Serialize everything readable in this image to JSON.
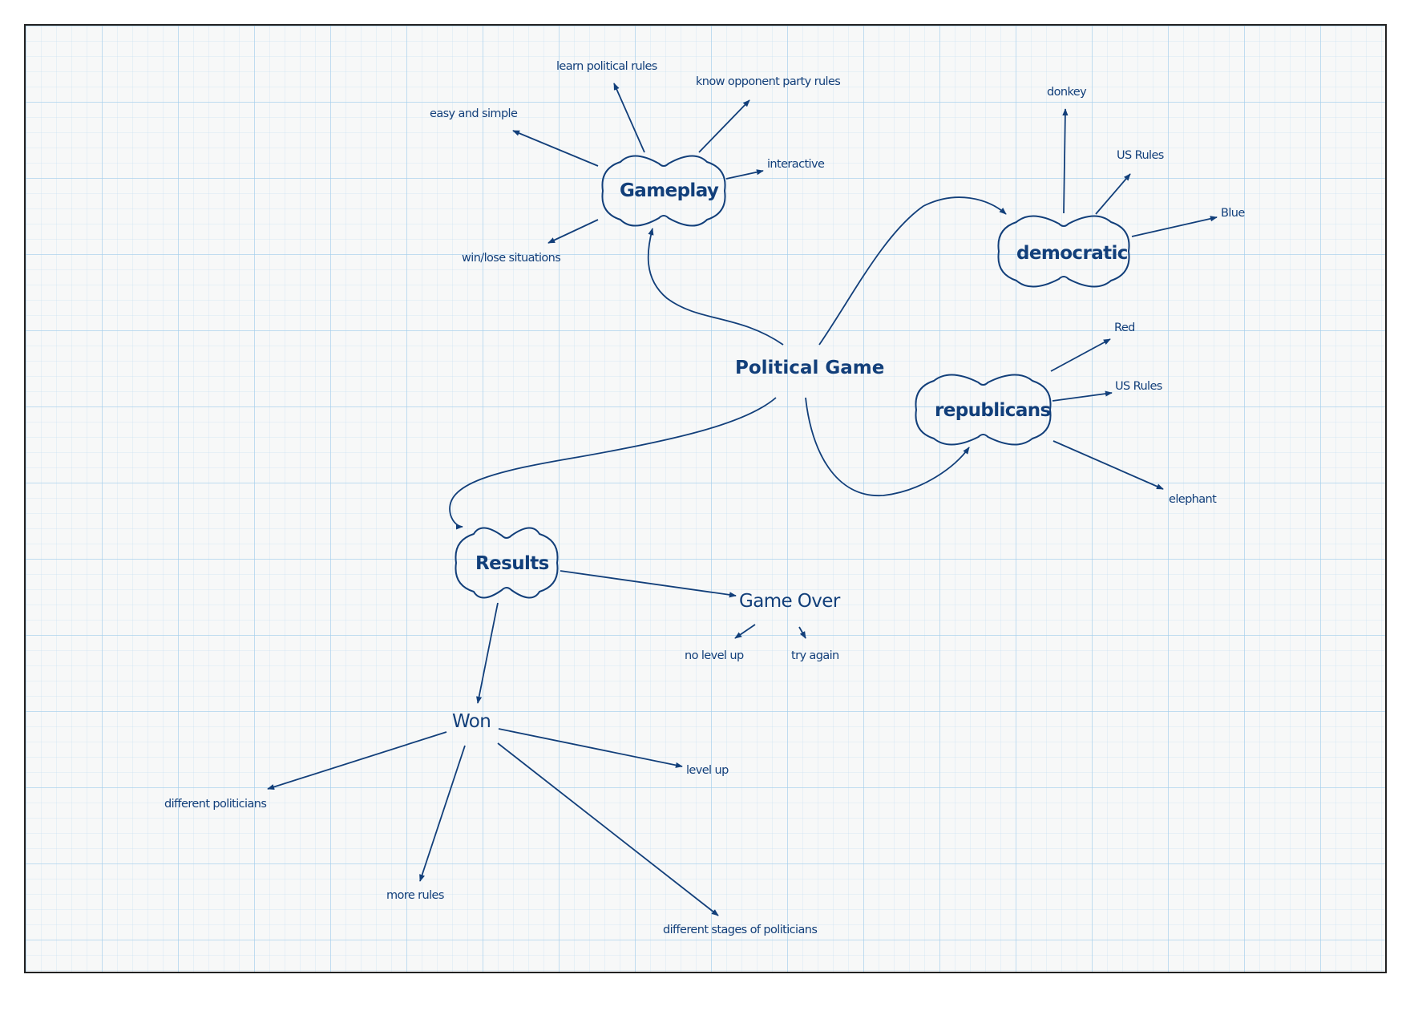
{
  "title": "Political Game",
  "branches": {
    "gameplay": {
      "label": "Gameplay",
      "items": [
        "learn political rules",
        "know opponent party rules",
        "easy and simple",
        "interactive",
        "win/lose situations"
      ]
    },
    "democratic": {
      "label": "democratic",
      "items": [
        "donkey",
        "US Rules",
        "Blue"
      ]
    },
    "republicans": {
      "label": "republicans",
      "items": [
        "Red",
        "US Rules",
        "elephant"
      ]
    },
    "results": {
      "label": "Results",
      "game_over": {
        "label": "Game Over",
        "items": [
          "no level up",
          "try again"
        ]
      },
      "won": {
        "label": "Won",
        "items": [
          "level up",
          "different politicians",
          "more rules",
          "different stages of politicians"
        ]
      }
    }
  },
  "colors": {
    "ink": "#123f7a",
    "grid": "#a0cdeb",
    "paper": "#f7f8f8",
    "frame": "#222222"
  }
}
